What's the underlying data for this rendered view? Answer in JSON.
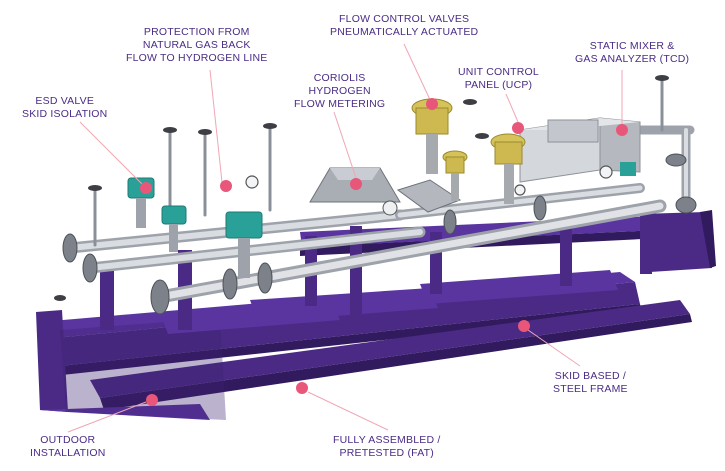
{
  "colors": {
    "label": "#4a2c86",
    "frame": "#4b2a86",
    "frame_dark": "#321a5e",
    "marker": "#e8577a",
    "leader": "#f0a6b4",
    "pipe": "#c9ccd2",
    "valve_teal": "#2aa198",
    "valve_yellow": "#d6c25a"
  },
  "labels": [
    {
      "id": "protection-label",
      "lines": [
        "PROTECTION FROM",
        "NATURAL GAS BACK",
        "FLOW TO HYDROGEN LINE"
      ]
    },
    {
      "id": "flow-control-label",
      "lines": [
        "FLOW CONTROL VALVES",
        "PNEUMATICALLY ACTUATED"
      ]
    },
    {
      "id": "static-mixer-label",
      "lines": [
        "STATIC MIXER &",
        "GAS ANALYZER (TCD)"
      ]
    },
    {
      "id": "unit-control-label",
      "lines": [
        "UNIT CONTROL",
        "PANEL (UCP)"
      ]
    },
    {
      "id": "coriolis-label",
      "lines": [
        "CORIOLIS",
        "HYDROGEN",
        "FLOW METERING"
      ]
    },
    {
      "id": "esd-label",
      "lines": [
        "ESD VALVE",
        "SKID ISOLATION"
      ]
    },
    {
      "id": "skid-label",
      "lines": [
        "SKID BASED /",
        "STEEL FRAME"
      ]
    },
    {
      "id": "outdoor-label",
      "lines": [
        "OUTDOOR",
        "INSTALLATION"
      ]
    },
    {
      "id": "assembled-label",
      "lines": [
        "FULLY ASSEMBLED /",
        "PRETESTED (FAT)"
      ]
    }
  ]
}
